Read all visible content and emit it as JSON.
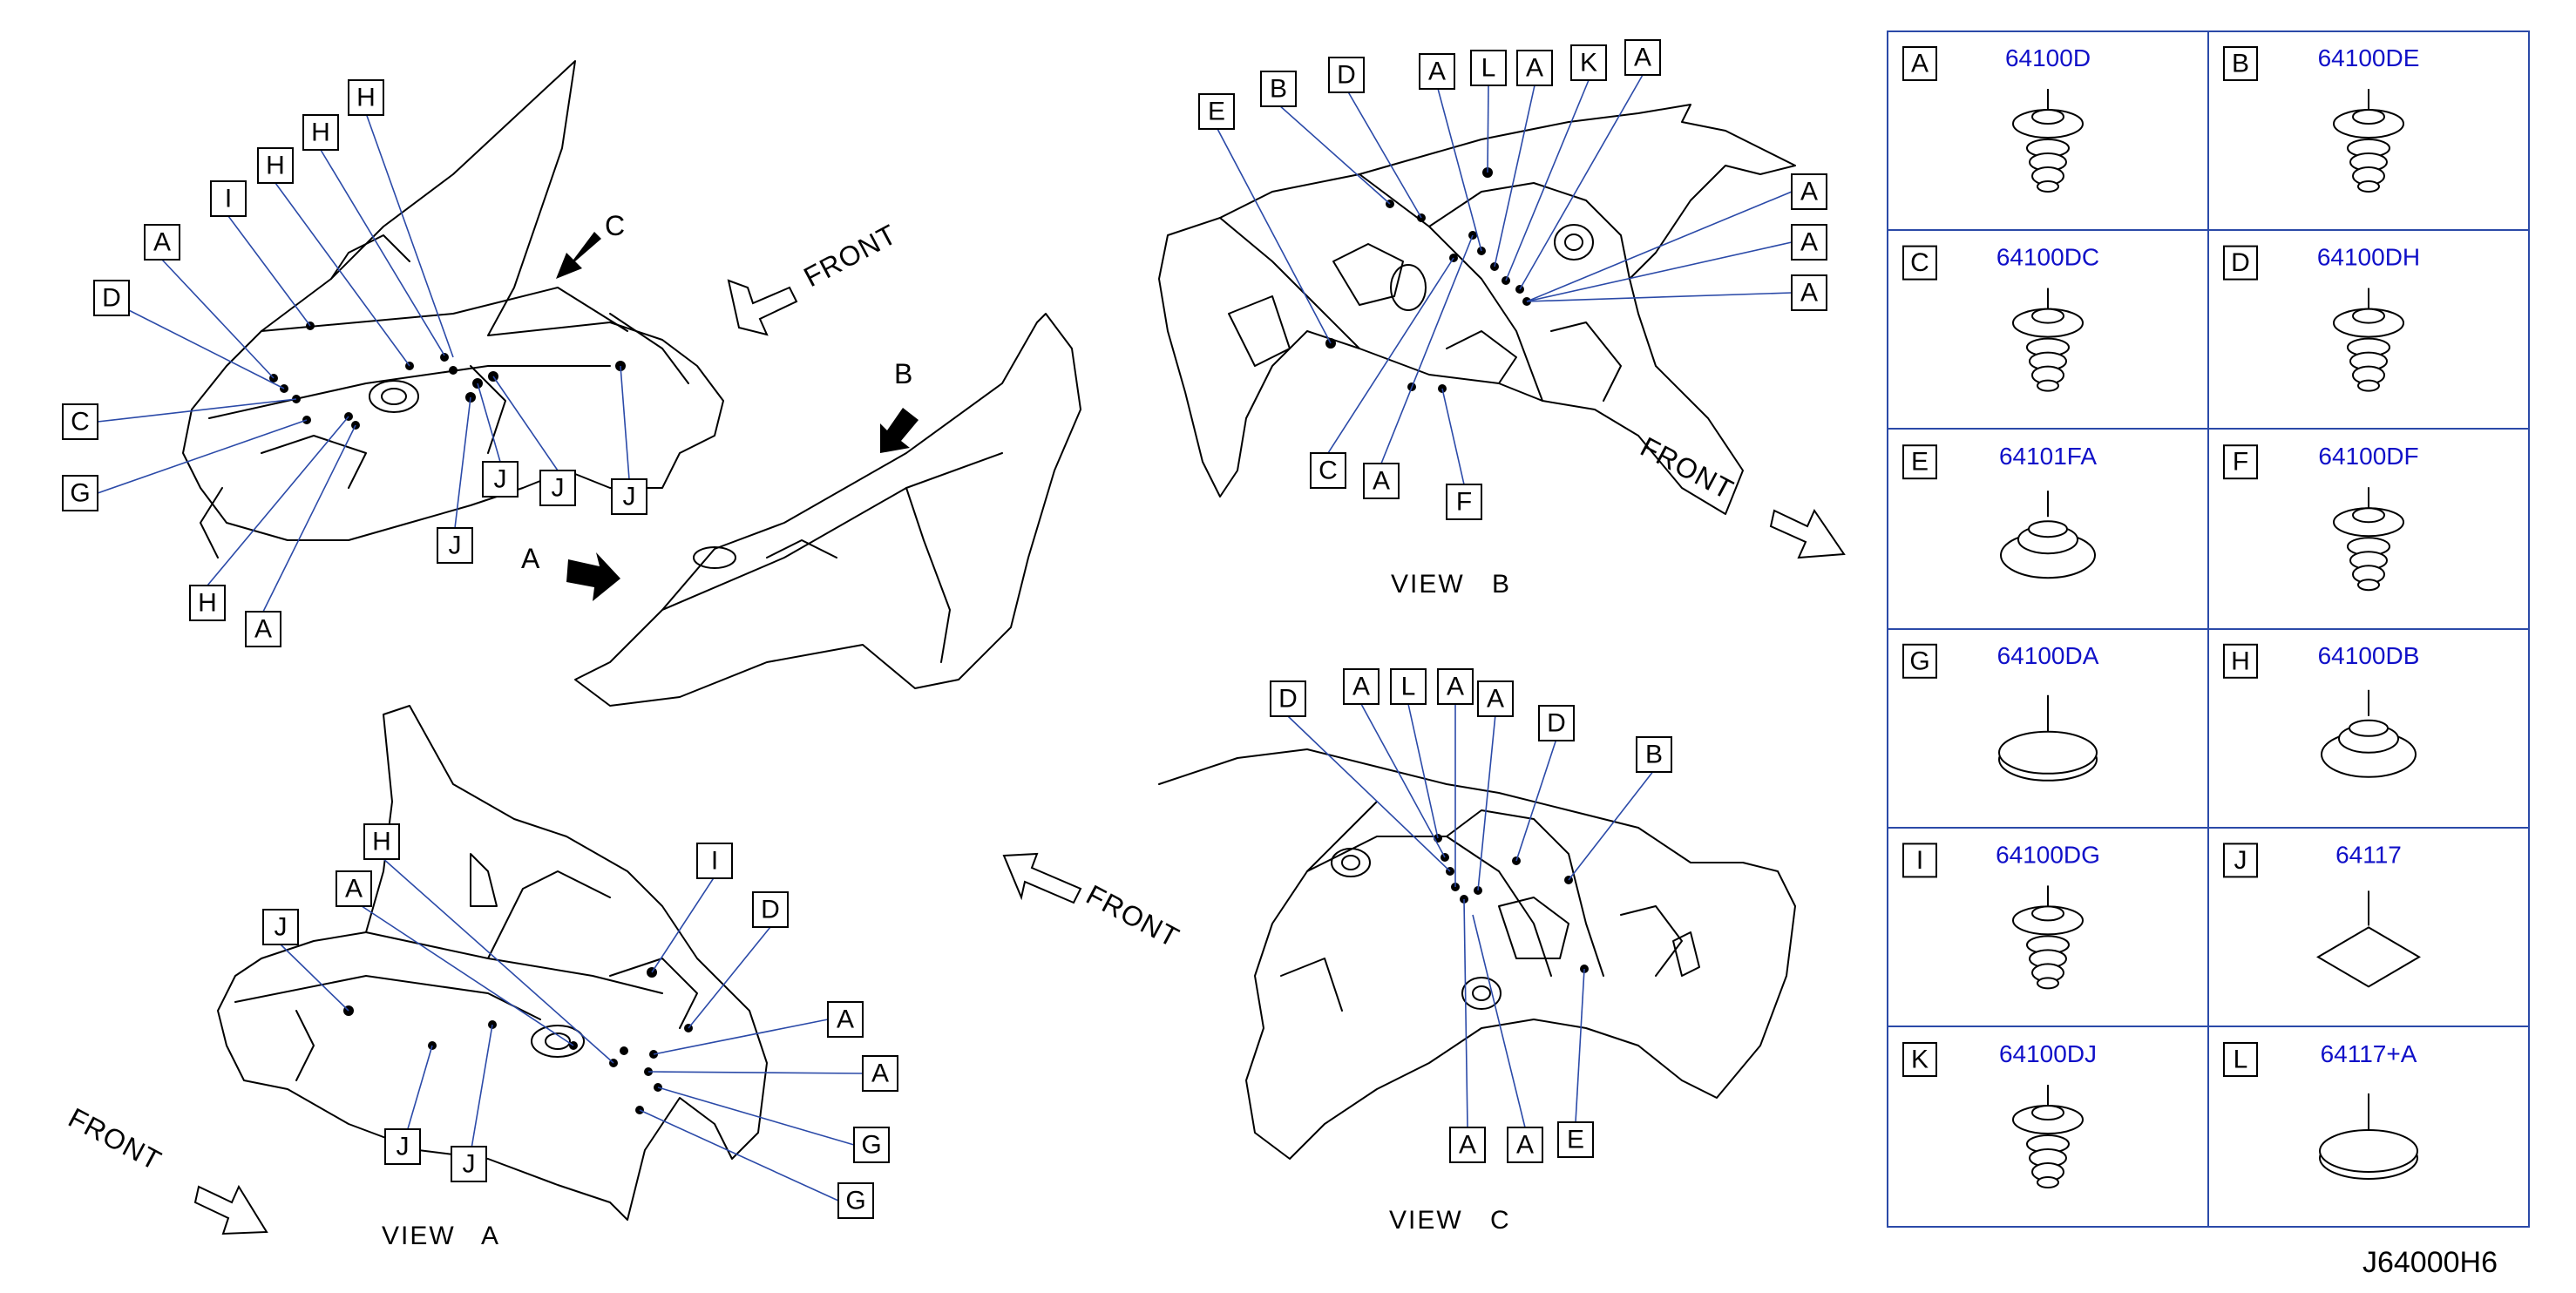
{
  "views": {
    "main": {
      "arrows": {
        "a": "A",
        "b": "B",
        "c": "C"
      },
      "front": "FRONT",
      "callouts": [
        "H",
        "H",
        "H",
        "I",
        "A",
        "D",
        "C",
        "G",
        "H",
        "A",
        "J",
        "J",
        "J",
        "J"
      ]
    },
    "view_b": {
      "label_prefix": "VIEW",
      "label_letter": "B",
      "front": "FRONT",
      "callouts": [
        "E",
        "B",
        "D",
        "A",
        "L",
        "A",
        "K",
        "A",
        "A",
        "A",
        "A",
        "C",
        "A",
        "F"
      ]
    },
    "view_a": {
      "label_prefix": "VIEW",
      "label_letter": "A",
      "front": "FRONT",
      "callouts": [
        "H",
        "A",
        "J",
        "I",
        "D",
        "A",
        "A",
        "G",
        "G",
        "J",
        "J"
      ]
    },
    "view_c": {
      "label_prefix": "VIEW",
      "label_letter": "C",
      "front": "FRONT",
      "callouts": [
        "D",
        "A",
        "L",
        "A",
        "A",
        "D",
        "B",
        "A",
        "A",
        "E"
      ]
    }
  },
  "parts_table": [
    {
      "letter": "A",
      "part": "64100D",
      "shape": "grommet-clip"
    },
    {
      "letter": "B",
      "part": "64100DE",
      "shape": "grommet-clip"
    },
    {
      "letter": "C",
      "part": "64100DC",
      "shape": "grommet-clip"
    },
    {
      "letter": "D",
      "part": "64100DH",
      "shape": "grommet-clip"
    },
    {
      "letter": "E",
      "part": "64101FA",
      "shape": "stepped-plug"
    },
    {
      "letter": "F",
      "part": "64100DF",
      "shape": "grommet-clip"
    },
    {
      "letter": "G",
      "part": "64100DA",
      "shape": "flat-plug"
    },
    {
      "letter": "H",
      "part": "64100DB",
      "shape": "stepped-plug"
    },
    {
      "letter": "I",
      "part": "64100DG",
      "shape": "grommet-clip"
    },
    {
      "letter": "J",
      "part": "64117",
      "shape": "square-patch"
    },
    {
      "letter": "K",
      "part": "64100DJ",
      "shape": "grommet-clip"
    },
    {
      "letter": "L",
      "part": "64117+A",
      "shape": "flat-plug"
    }
  ],
  "catalog_id": "J64000H6",
  "colors": {
    "leader": "#2b4aa8",
    "part_number": "#1010c8",
    "table_border": "#2b4aa8"
  }
}
